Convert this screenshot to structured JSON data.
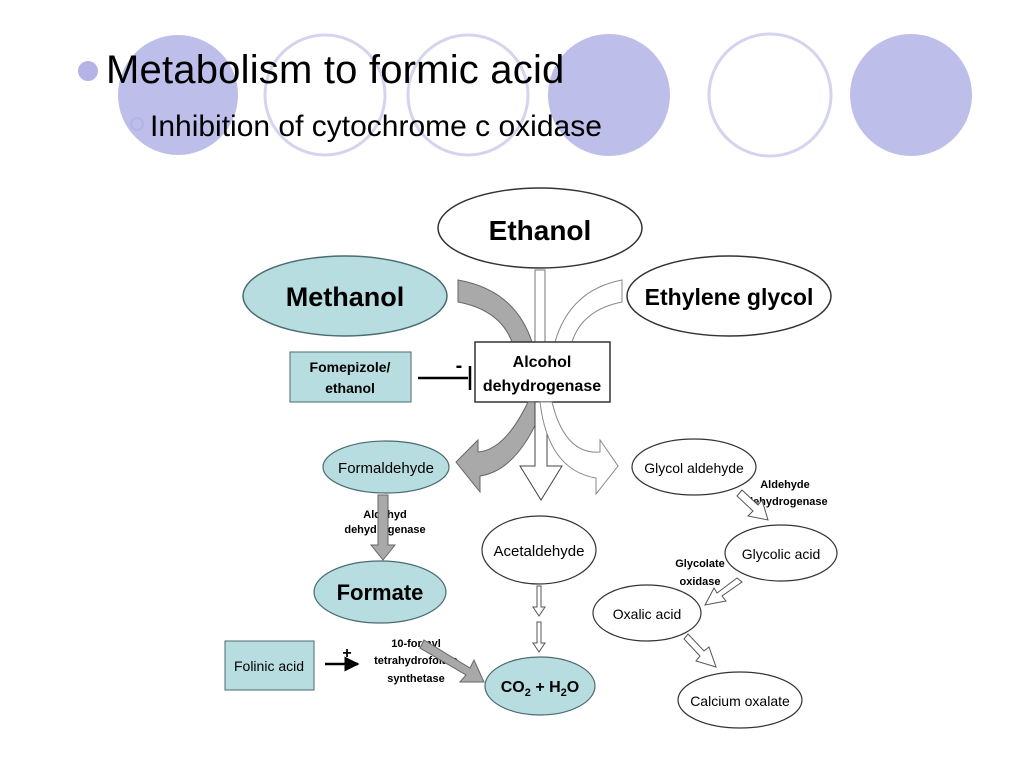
{
  "slide": {
    "bullet_main": "Metabolism to formic acid",
    "bullet_sub": "Inhibition of cytochrome c oxidase"
  },
  "colors": {
    "accent_lavender": "#b3b3e6",
    "node_teal": "#b7dde1",
    "node_teal_stroke": "#4a6b6f"
  },
  "diagram": {
    "ethanol": "Ethanol",
    "methanol": "Methanol",
    "ethylene_glycol": "Ethylene glycol",
    "inhibitor_line1": "Fomepizole/",
    "inhibitor_line2": "ethanol",
    "inhibit_sign": "-",
    "adh_line1": "Alcohol",
    "adh_line2": "dehydrogenase",
    "formaldehyde": "Formaldehyde",
    "aldh_left_line1": "Aldehyd",
    "aldh_left_line2": "dehydrogenase",
    "formate": "Formate",
    "folinic_acid": "Folinic acid",
    "promote_sign": "+",
    "synthetase_line1": "10-formyl",
    "synthetase_line2": "tetrahydrofolate",
    "synthetase_line3": "synthetase",
    "acetaldehyde": "Acetaldehyde",
    "co2_main": "CO",
    "co2_sub": "2",
    "co2_plus": " + H",
    "h2o_sub": "2",
    "h2o_o": "O",
    "glycol_aldehyde": "Glycol aldehyde",
    "aldh_right_line1": "Aldehyde",
    "aldh_right_line2": "dehydrogenase",
    "glycolic_acid": "Glycolic acid",
    "glycolate_line1": "Glycolate",
    "glycolate_line2": "oxidase",
    "oxalic_acid": "Oxalic acid",
    "calcium_oxalate": "Calcium oxalate"
  }
}
